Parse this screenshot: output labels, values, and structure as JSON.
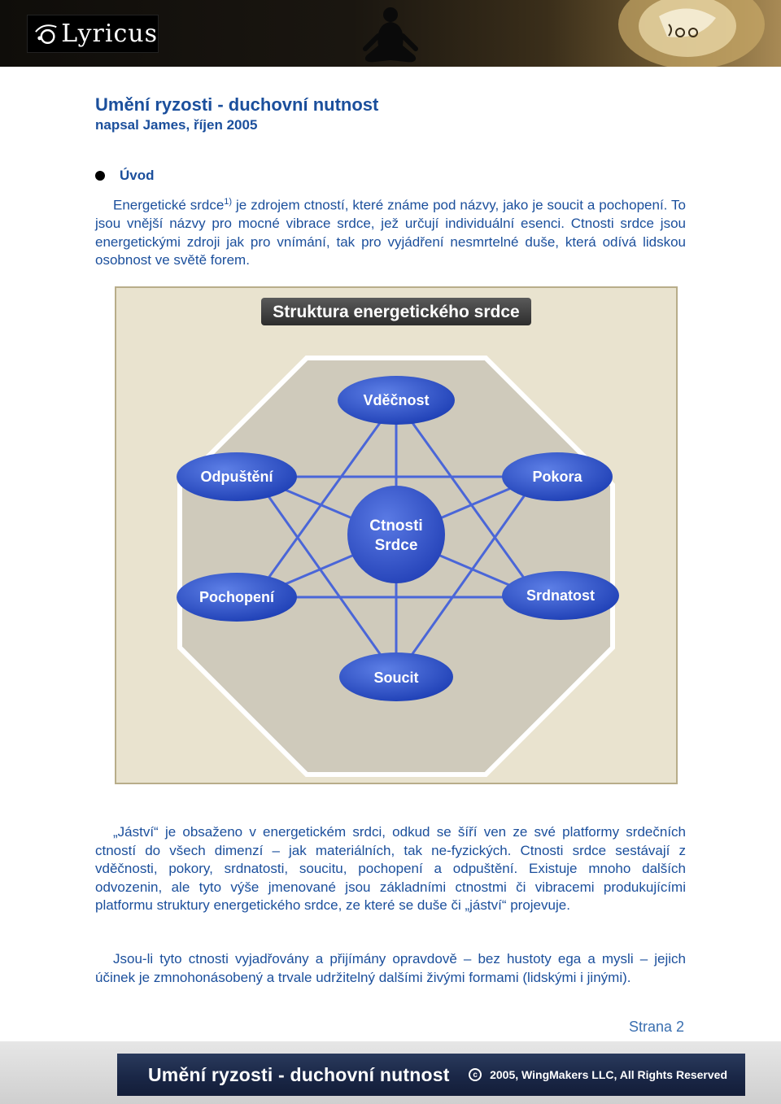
{
  "header": {
    "logo_text": "Lyricus"
  },
  "document": {
    "title": "Umění ryzosti - duchovní nutnost",
    "subtitle": "napsal James, říjen 2005",
    "section_title": "Úvod",
    "p1_start": "Energetické srdce",
    "p1_sup": "1)",
    "p1_rest": " je zdrojem ctností, které známe pod názvy, jako je soucit a pochopení. To jsou vnější názvy pro mocné vibrace srdce, jež určují individuální esenci. Ctnosti srdce jsou energetickými zdroji jak pro vnímání, tak pro vyjádření nesmrtelné duše, která odívá lidskou osobnost ve světě forem.",
    "p2": "„Jáství“ je obsaženo v energetickém srdci, odkud se šíří ven ze své platformy srdečních ctností do všech dimenzí – jak materiálních, tak ne-fyzických. Ctnosti srdce sestávají z vděčnosti, pokory, srdnatosti, soucitu, pochopení a odpuštění. Existuje mnoho dalších odvozenin, ale tyto výše jmenované jsou základními ctnostmi či vibracemi produkujícími platformu struktury energetického srdce, ze které se duše či „jáství“ projevuje.",
    "p3": "Jsou-li tyto ctnosti vyjadřovány a přijímány opravdově – bez hustoty ega a mysli – jejich účinek je zmnohonásobený a trvale udržitelný dalšími živými formami (lidskými i jinými).",
    "page_number": "Strana 2"
  },
  "diagram": {
    "title": "Struktura energetického srdce",
    "center_line1": "Ctnosti",
    "center_line2": "Srdce",
    "nodes": {
      "top": "Vděčnost",
      "upper_left": "Odpuštění",
      "upper_right": "Pokora",
      "lower_left": "Pochopení",
      "lower_right": "Srdnatost",
      "bottom": "Soucit"
    },
    "colors": {
      "node": "#2a4fc8",
      "lines": "#4a66d8",
      "octagon": "#cfcabb",
      "background": "#e9e3cf"
    }
  },
  "footer": {
    "title": "Umění ryzosti - duchovní nutnost",
    "copyright": "2005, WingMakers LLC, All Rights Reserved"
  }
}
